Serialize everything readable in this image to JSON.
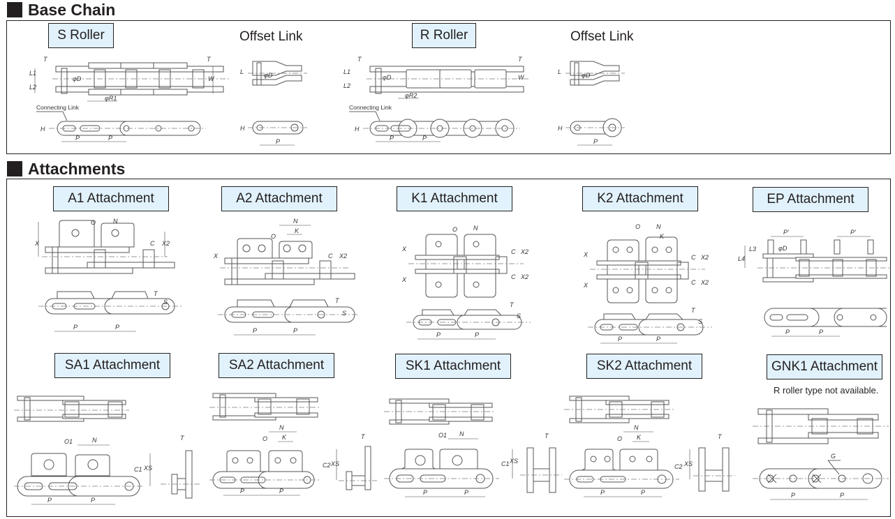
{
  "sections": {
    "base_chain": {
      "title": "Base Chain",
      "items": [
        {
          "label": "S Roller",
          "boxed": true,
          "dims": {
            "T": "T",
            "L1": "L1",
            "L2": "L2",
            "D": "φD",
            "R": "φR1",
            "W": "W",
            "H": "H",
            "P": "P"
          },
          "callout": "Connecting Link"
        },
        {
          "label": "Offset Link",
          "boxed": false,
          "dims": {
            "L": "L",
            "D": "φD",
            "H": "H",
            "P": "P"
          }
        },
        {
          "label": "R Roller",
          "boxed": true,
          "dims": {
            "T": "T",
            "L1": "L1",
            "L2": "L2",
            "D": "φD",
            "R": "φR2",
            "W": "W",
            "H": "H",
            "P": "P"
          },
          "callout": "Connecting Link"
        },
        {
          "label": "Offset Link",
          "boxed": false,
          "dims": {
            "L": "L",
            "D": "φD",
            "H": "H",
            "P": "P"
          }
        }
      ]
    },
    "attachments": {
      "title": "Attachments",
      "row1": [
        {
          "label": "A1 Attachment",
          "dims": [
            "O",
            "N",
            "X",
            "C",
            "X2",
            "T",
            "S",
            "P",
            "P"
          ]
        },
        {
          "label": "A2 Attachment",
          "dims": [
            "O",
            "N",
            "K",
            "X",
            "C",
            "X2",
            "T",
            "S",
            "P",
            "P"
          ]
        },
        {
          "label": "K1 Attachment",
          "dims": [
            "O",
            "N",
            "X",
            "X",
            "C",
            "C",
            "X2",
            "X2",
            "T",
            "S",
            "P",
            "P"
          ]
        },
        {
          "label": "K2 Attachment",
          "dims": [
            "O",
            "N",
            "K",
            "X",
            "X",
            "C",
            "C",
            "X2",
            "X2",
            "T",
            "S",
            "P",
            "P"
          ]
        },
        {
          "label": "EP Attachment",
          "dims": [
            "P'",
            "P'",
            "L3",
            "L4",
            "φD",
            "P",
            "P"
          ]
        }
      ],
      "row2": [
        {
          "label": "SA1 Attachment",
          "dims": [
            "O1",
            "N",
            "C1",
            "XS",
            "T",
            "P",
            "P"
          ]
        },
        {
          "label": "SA2 Attachment",
          "dims": [
            "O",
            "N",
            "K",
            "C2",
            "XS",
            "T",
            "P",
            "P"
          ]
        },
        {
          "label": "SK1 Attachment",
          "dims": [
            "O1",
            "N",
            "C1",
            "XS",
            "T",
            "P",
            "P"
          ]
        },
        {
          "label": "SK2 Attachment",
          "dims": [
            "O",
            "N",
            "K",
            "C2",
            "XS",
            "T",
            "P",
            "P"
          ]
        },
        {
          "label": "GNK1 Attachment",
          "note": "R roller type not available.",
          "dims": [
            "G",
            "P",
            "P"
          ]
        }
      ]
    }
  }
}
